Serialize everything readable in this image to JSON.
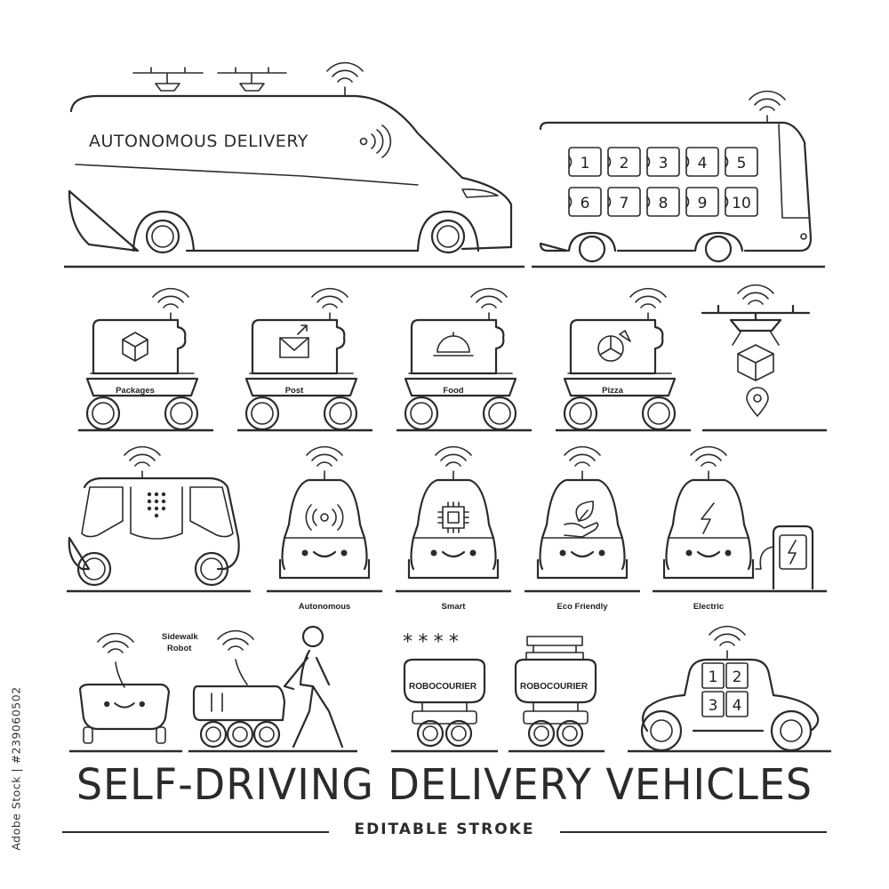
{
  "title": "SELF-DRIVING DELIVERY VEHICLES",
  "subtitle": "EDITABLE STROKE",
  "stock_id": "Adobe Stock | #239060502",
  "van": {
    "text": "AUTONOMOUS DELIVERY"
  },
  "locker_truck": {
    "lockers": [
      "1",
      "2",
      "3",
      "4",
      "5",
      "6",
      "7",
      "8",
      "9",
      "10"
    ]
  },
  "robots_row2": [
    {
      "label": "Packages",
      "icon": "package-icon"
    },
    {
      "label": "Post",
      "icon": "envelope-icon"
    },
    {
      "label": "Food",
      "icon": "cloche-icon"
    },
    {
      "label": "Pizza",
      "icon": "pizza-icon"
    }
  ],
  "drone": {
    "icon": "drone-icon"
  },
  "row3_labels": [
    "Autonomous",
    "Smart",
    "Eco Friendly",
    "Electric"
  ],
  "sidewalk": {
    "label_line1": "Sidewalk",
    "label_line2": "Robot"
  },
  "robocourier": {
    "label": "ROBOCOURIER",
    "stars": "****"
  },
  "car": {
    "lockers": [
      "1",
      "2",
      "3",
      "4"
    ]
  },
  "line_color": "#2b2b2b"
}
